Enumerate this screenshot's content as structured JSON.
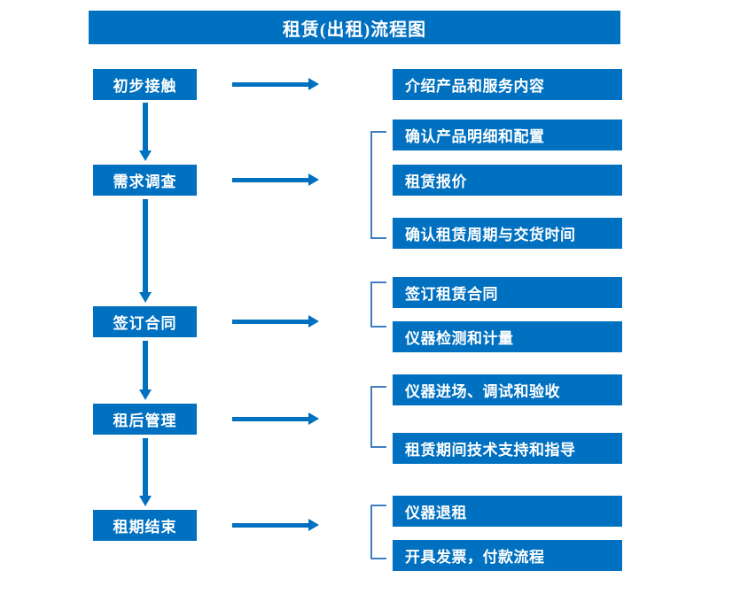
{
  "meta": {
    "accent_color": "#0070c0",
    "bracket_color": "#3f7fc1",
    "text_color": "#ffffff",
    "background_color": "#ffffff"
  },
  "title": "租赁(出租)流程图",
  "stages": [
    {
      "label": "初步接触"
    },
    {
      "label": "需求调查"
    },
    {
      "label": "签订合同"
    },
    {
      "label": "租后管理"
    },
    {
      "label": "租期结束"
    }
  ],
  "details": {
    "group1": [
      {
        "label": "介绍产品和服务内容"
      }
    ],
    "group2": [
      {
        "label": "确认产品明细和配置"
      },
      {
        "label": "租赁报价"
      },
      {
        "label": "确认租赁周期与交货时间"
      }
    ],
    "group3": [
      {
        "label": "签订租赁合同"
      },
      {
        "label": "仪器检测和计量"
      }
    ],
    "group4": [
      {
        "label": "仪器进场、调试和验收"
      },
      {
        "label": "租赁期间技术支持和指导"
      }
    ],
    "group5": [
      {
        "label": "仪器退租"
      },
      {
        "label": "开具发票，付款流程"
      }
    ]
  }
}
